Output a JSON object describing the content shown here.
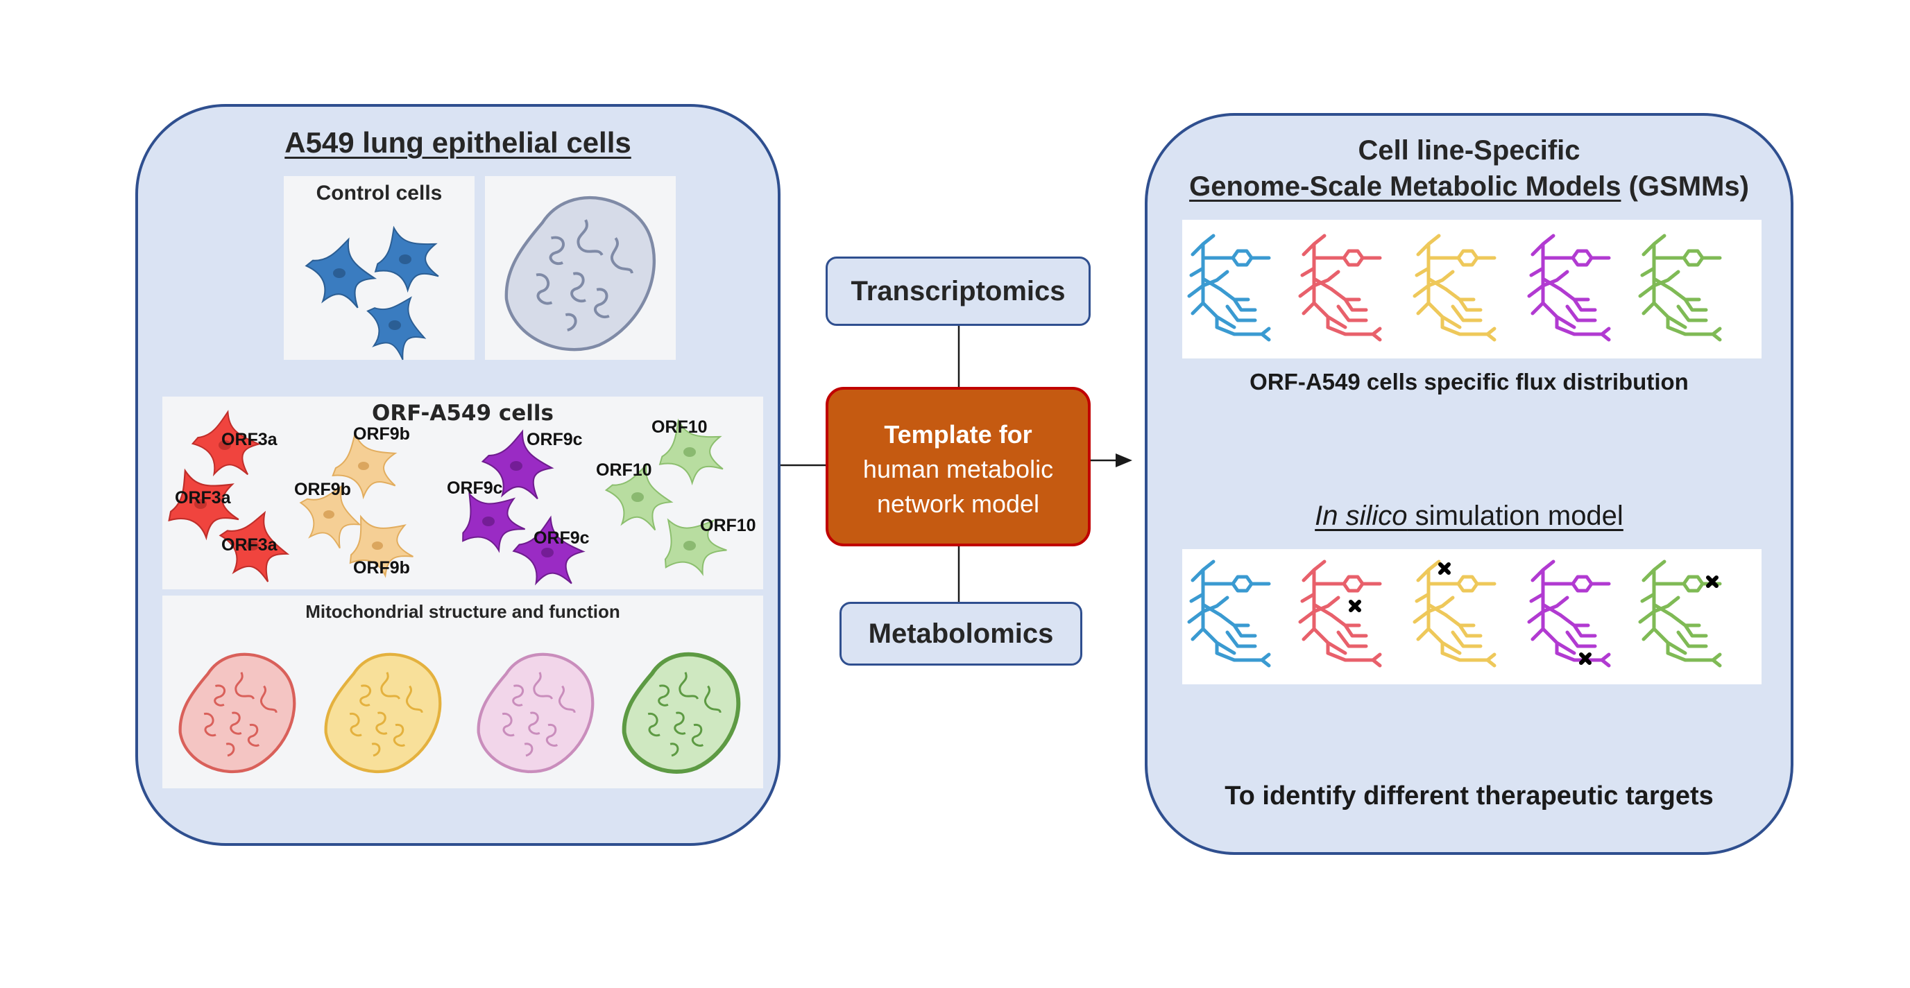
{
  "left_panel": {
    "title": "A549 lung epithelial cells",
    "control_label": "Control cells",
    "orf_title": "ORF-A549 cells",
    "orf_labels": {
      "orf3a_1": "ORF3a",
      "orf3a_2": "ORF3a",
      "orf3a_3": "ORF3a",
      "orf9b_1": "ORF9b",
      "orf9b_2": "ORF9b",
      "orf9b_3": "ORF9b",
      "orf9c_1": "ORF9c",
      "orf9c_2": "ORF9c",
      "orf9c_3": "ORF9c",
      "orf10_1": "ORF10",
      "orf10_2": "ORF10",
      "orf10_3": "ORF10"
    },
    "mito_title": "Mitochondrial structure and function"
  },
  "middle": {
    "transcriptomics": "Transcriptomics",
    "metabolomics": "Metabolomics",
    "template_bold": "Template  for",
    "template_line2": "human metabolic",
    "template_line3": "network model"
  },
  "right_panel": {
    "title_line1": "Cell line-Specific",
    "title_line2_underlined": "Genome-Scale Metabolic Models",
    "title_line2_suffix": " (GSMMs)",
    "flux_text": "ORF-A549 cells specific flux distribution",
    "simulation_italic": "In silico",
    "simulation_rest": " simulation model",
    "targets_text": "To identify different therapeutic targets"
  },
  "colors": {
    "panel_fill": "#dae3f3",
    "panel_border": "#2f4f8f",
    "template_fill": "#c55a11",
    "template_border": "#c00000",
    "network_colors": [
      "#3a9ad1",
      "#e8606b",
      "#eec85a",
      "#b13ad1",
      "#7fba55"
    ],
    "control_cell": "#3a7cc0",
    "orf3a_cell": "#f0443e",
    "orf9b_cell": "#f5cf95",
    "orf9c_cell": "#9a2bc4",
    "orf10_cell": "#b8dda0"
  },
  "icons": {
    "knockout": "x-mark-icon",
    "mitochondrion": "mitochondrion-icon",
    "cell": "cell-icon",
    "network": "metabolic-network-icon"
  }
}
